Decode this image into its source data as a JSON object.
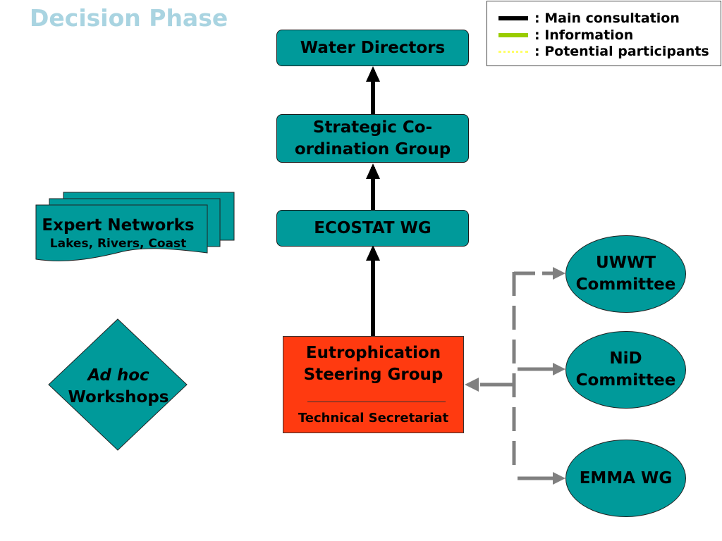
{
  "title": "Decision Phase",
  "legend": {
    "items": [
      {
        "label": ": Main consultation",
        "color": "#000000",
        "style": "solid"
      },
      {
        "label": ": Information",
        "color": "#99cc00",
        "style": "solid"
      },
      {
        "label": ": Potential participants",
        "color": "#ffff66",
        "style": "dotted"
      }
    ]
  },
  "nodes": {
    "water_directors": "Water Directors",
    "strategic_line1": "Strategic Co-",
    "strategic_line2": "ordination Group",
    "ecostat": "ECOSTAT WG",
    "steering_line1": "Eutrophication",
    "steering_line2": "Steering Group",
    "technical_secretariat": "Technical Secretariat",
    "expert_networks": "Expert Networks",
    "expert_sub": "Lakes, Rivers, Coast",
    "adhoc_italic": "Ad hoc",
    "adhoc_rest": "Workshops",
    "uwwt_line1": "UWWT",
    "uwwt_line2": "Committee",
    "nid_line1": "NiD",
    "nid_line2": "Committee",
    "emma": "EMMA WG"
  },
  "colors": {
    "node_fill": "#009a9a",
    "steering_fill": "#ff3a10",
    "title": "#a9d4e1",
    "grey_connector": "#808080"
  }
}
